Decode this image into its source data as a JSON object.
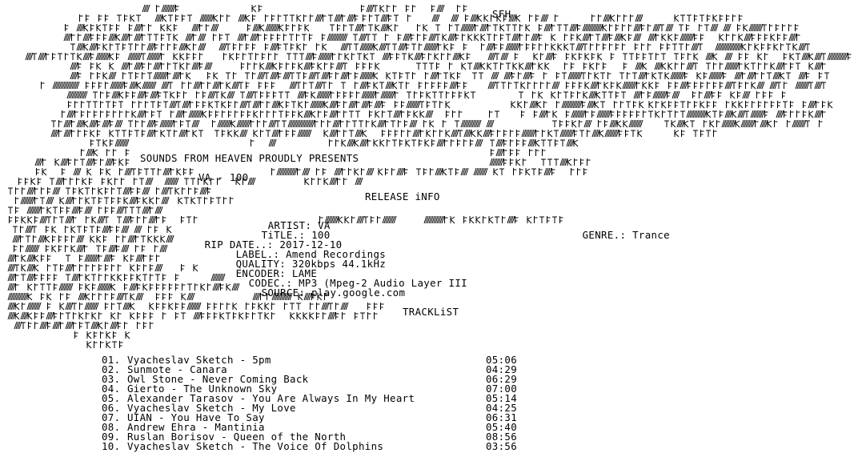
{
  "header": {
    "group": "SFH",
    "presents": "SOUNDS FROM HEAVEN PROUDLY PRESENTS",
    "release": "VA - 100"
  },
  "release_info": {
    "heading": "RELEASE iNFO",
    "artist_label": "ARTIST:",
    "artist": "VA",
    "title_label": "TiTLE.:",
    "title": "100",
    "genre_label": "GENRE.:",
    "genre": "Trance",
    "rip_date_label": "RIP DATE..:",
    "rip_date": "2017-12-10",
    "label_label": "LABEL.:",
    "label": "Amend Recordings",
    "quality_label": "QUALITY:",
    "quality": "320kbps 44.1kHz",
    "encoder_label": "ENCODER:",
    "encoder": "LAME",
    "codec_label": "CODEC.:",
    "codec": "MP3 (Mpeg-2 Audio Layer III",
    "source_label": "SOURCE:",
    "source": "play.google.com"
  },
  "tracklist": {
    "heading": "TRACKLiST",
    "tracks": [
      {
        "num": "01.",
        "name": "Vyacheslav Sketch - 5pm",
        "duration": "05:06"
      },
      {
        "num": "02.",
        "name": "Sunmote - Canara",
        "duration": "04:29"
      },
      {
        "num": "03.",
        "name": "Owl Stone - Never Coming Back",
        "duration": "06:29"
      },
      {
        "num": "04.",
        "name": "Gierto - The Unknown Sky",
        "duration": "07:00"
      },
      {
        "num": "05.",
        "name": "Alexander Tarasov - You Are Always In My Heart",
        "duration": "05:14"
      },
      {
        "num": "06.",
        "name": "Vyacheslav Sketch - My Love",
        "duration": "04:25"
      },
      {
        "num": "07.",
        "name": "UIAN - You Have To Say",
        "duration": "06:31"
      },
      {
        "num": "08.",
        "name": "Andrew Ehra - Mantinia",
        "duration": "05:40"
      },
      {
        "num": "09.",
        "name": "Ruslan Borisov - Queen of the North",
        "duration": "08:56"
      },
      {
        "num": "10.",
        "name": "Vyacheslav Sketch - The Voice Of Dolphins",
        "duration": "03:56"
      }
    ]
  }
}
